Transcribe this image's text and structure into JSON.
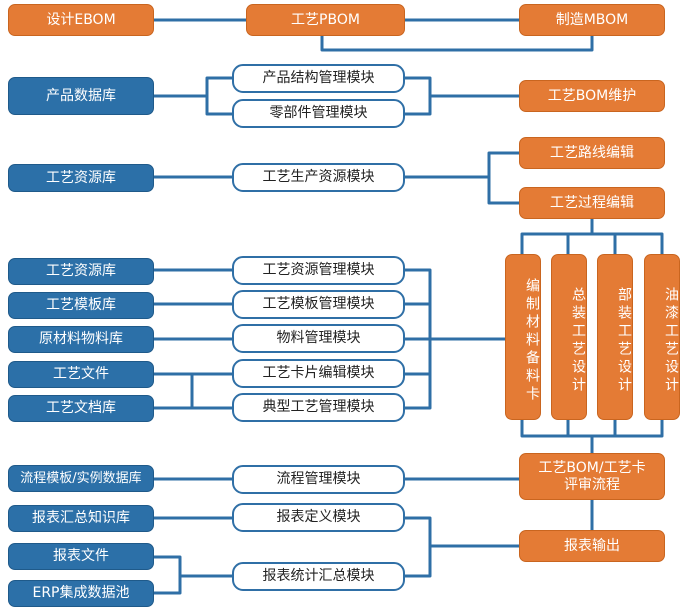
{
  "colors": {
    "blue": "#2c70a8",
    "orange": "#e47b35",
    "line": "#2f6fa6"
  },
  "top": {
    "ebom": "设计EBOM",
    "pbom": "工艺PBOM",
    "mbom": "制造MBOM"
  },
  "product": {
    "db": "产品数据库",
    "structure_module": "产品结构管理模块",
    "parts_module": "零部件管理模块",
    "bom_maintain": "工艺BOM维护"
  },
  "resource": {
    "db": "工艺资源库",
    "module": "工艺生产资源模块",
    "route_edit": "工艺路线编辑",
    "process_edit": "工艺过程编辑"
  },
  "design": {
    "sources": [
      "工艺资源库",
      "工艺模板库",
      "原材料物料库",
      "工艺文件",
      "工艺文档库"
    ],
    "modules": [
      "工艺资源管理模块",
      "工艺模板管理模块",
      "物料管理模块",
      "工艺卡片编辑模块",
      "典型工艺管理模块"
    ],
    "columns": [
      "编制材料备料卡",
      "总装工艺设计",
      "部装工艺设计",
      "油漆工艺设计"
    ]
  },
  "flow": {
    "db": "流程模板/实例数据库",
    "module": "流程管理模块",
    "review": "工艺BOM/工艺卡评审流程"
  },
  "report": {
    "knowledge": "报表汇总知识库",
    "define_module": "报表定义模块",
    "files": "报表文件",
    "erp": "ERP集成数据池",
    "stats_module": "报表统计汇总模块",
    "output": "报表输出"
  }
}
